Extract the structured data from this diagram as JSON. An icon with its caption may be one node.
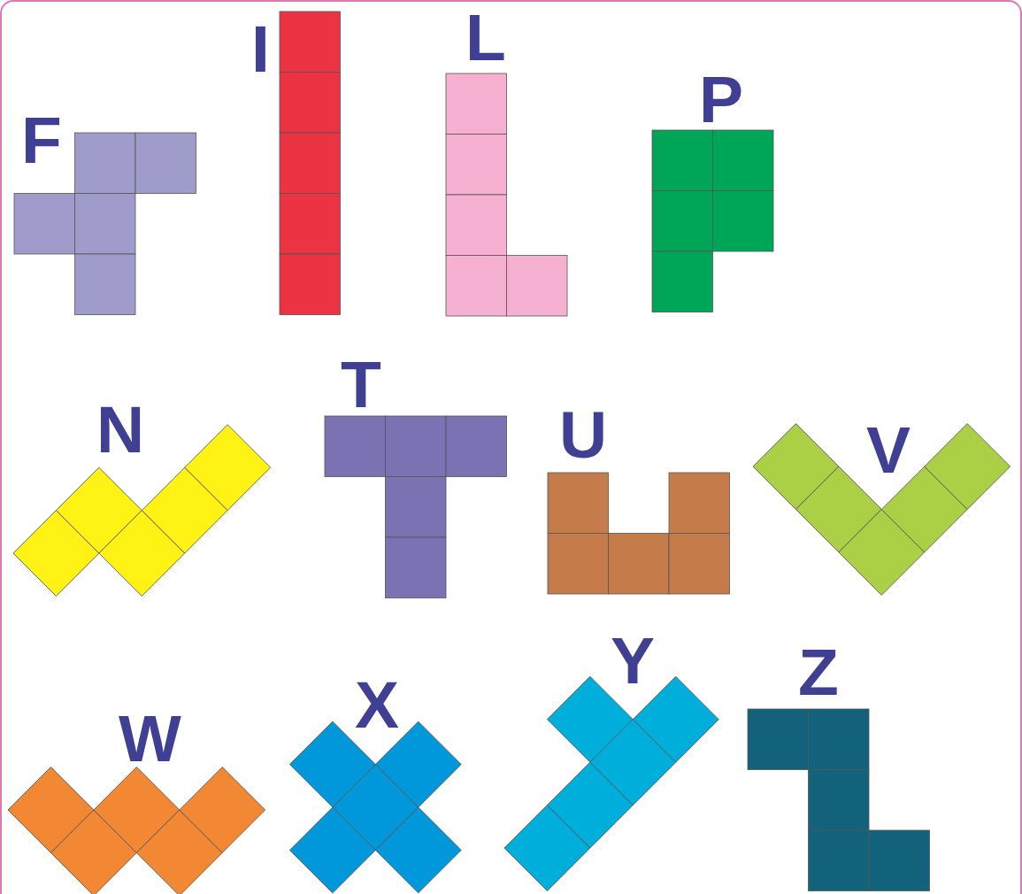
{
  "diagram": {
    "labels": [
      "F",
      "I",
      "L",
      "P",
      "N",
      "T",
      "U",
      "V",
      "W",
      "X",
      "Y",
      "Z"
    ]
  }
}
